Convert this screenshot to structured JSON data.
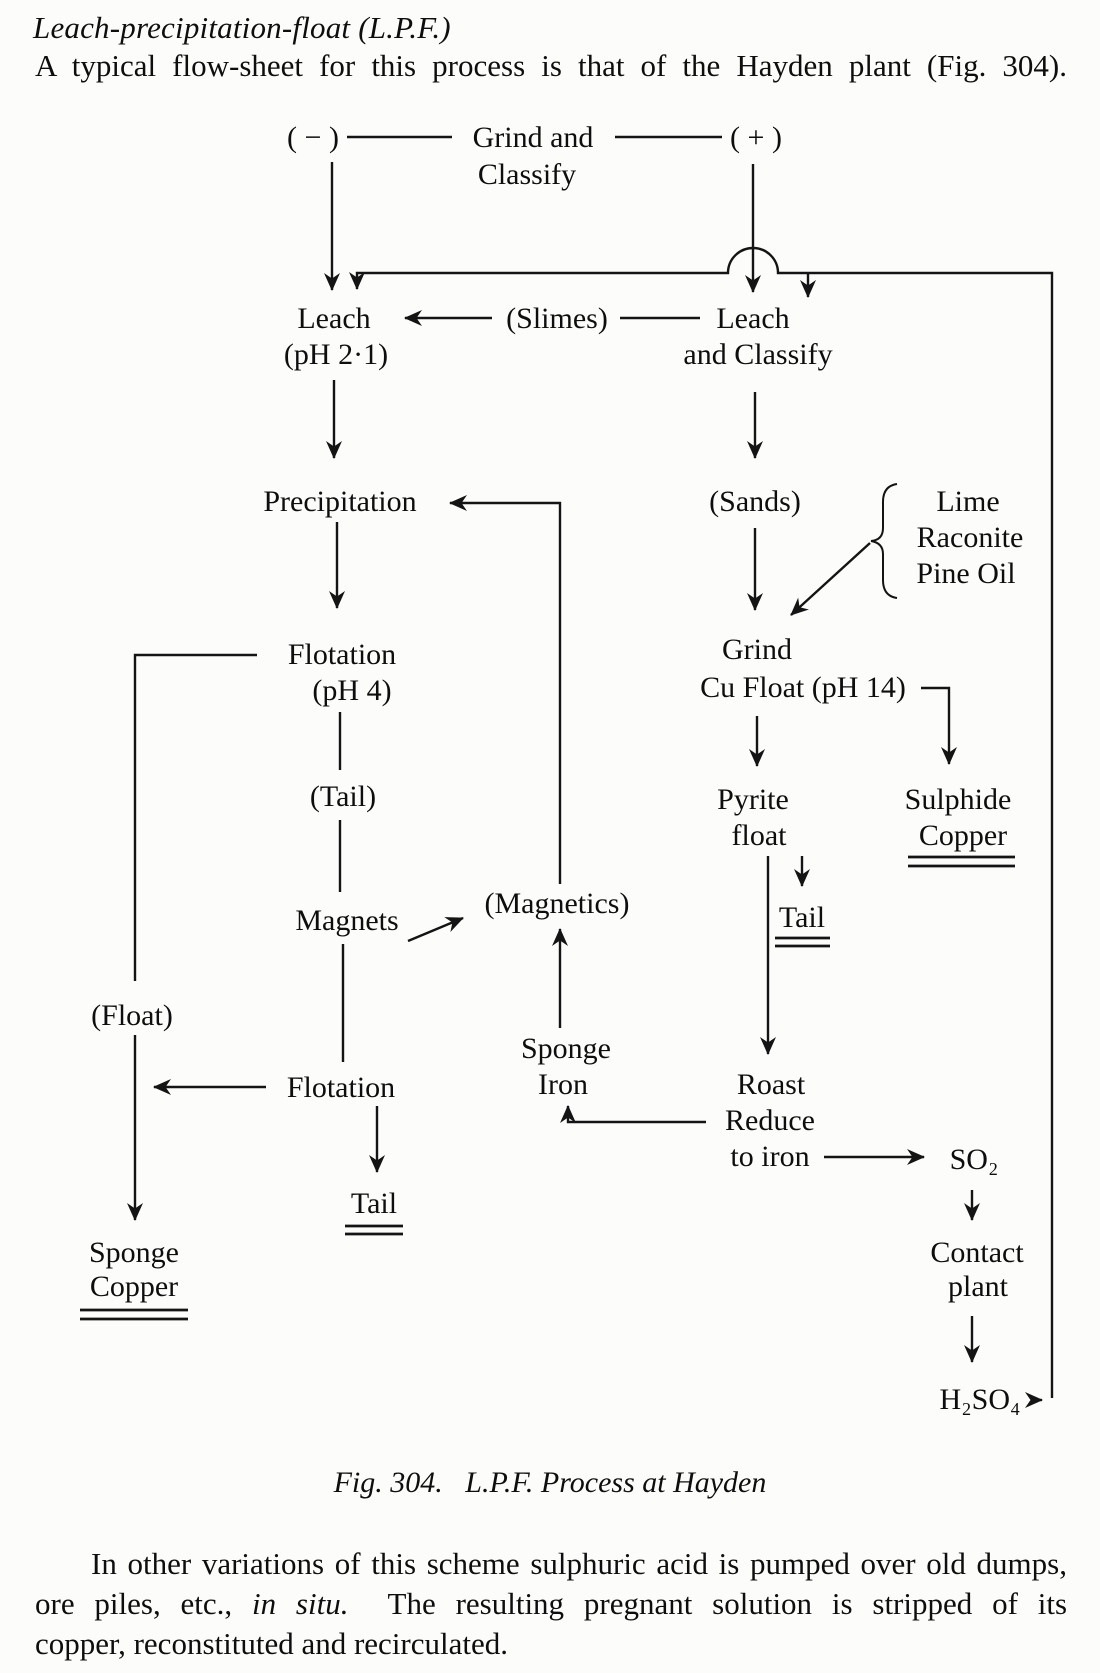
{
  "page": {
    "heading_italic": "Leach-precipitation-float (L.P.F.)",
    "intro": "A typical flow-sheet for this process is that of the Hayden plant (Fig. 304).",
    "caption": "Fig. 304.   L.P.F. Process at Hayden",
    "footer": {
      "line1": "In other variations of this scheme sulphuric acid is pumped over old dumps,",
      "line2_pre": "ore piles, etc., ",
      "line2_italic": "in situ.",
      "line2_post": "  The resulting pregnant solution is stripped of its",
      "line3": "copper, reconstituted and recirculated."
    }
  },
  "diagram": {
    "figure_number": "304",
    "nodes": {
      "minus": "( − )",
      "grind_classify_1": "Grind and",
      "grind_classify_2": "Classify",
      "plus": "( + )",
      "leach_acid_1": "Leach",
      "leach_acid_2": "(pH 2·1)",
      "slimes": "(Slimes)",
      "leach_classify_1": "Leach",
      "leach_classify_2": "and Classify",
      "precipitation": "Precipitation",
      "sands": "(Sands)",
      "reagent_1": "Lime",
      "reagent_2": "Raconite",
      "reagent_3": "Pine Oil",
      "flotation_ph4_1": "Flotation",
      "flotation_ph4_2": "(pH 4)",
      "grind": "Grind",
      "cu_float": "Cu Float (pH 14)",
      "tail_paren": "(Tail)",
      "pyrite_float_1": "Pyrite",
      "pyrite_float_2": "float",
      "sulphide_copper_1": "Sulphide",
      "sulphide_copper_2": "Copper",
      "magnets": "Magnets",
      "magnetics": "(Magnetics)",
      "pyrite_tail": "Tail",
      "float_paren": "(Float)",
      "flotation_2": "Flotation",
      "sponge_iron_1": "Sponge",
      "sponge_iron_2": "Iron",
      "roast_1": "Roast",
      "roast_2": "Reduce",
      "roast_3": "to iron",
      "so2": "SO₂",
      "flotation_tail": "Tail",
      "sponge_copper_1": "Sponge",
      "sponge_copper_2": "Copper",
      "contact_plant_1": "Contact",
      "contact_plant_2": "plant",
      "h2so4": "H₂SO₄"
    }
  },
  "colors": {
    "ink": "#141414",
    "paper": "#fcfcfa"
  }
}
